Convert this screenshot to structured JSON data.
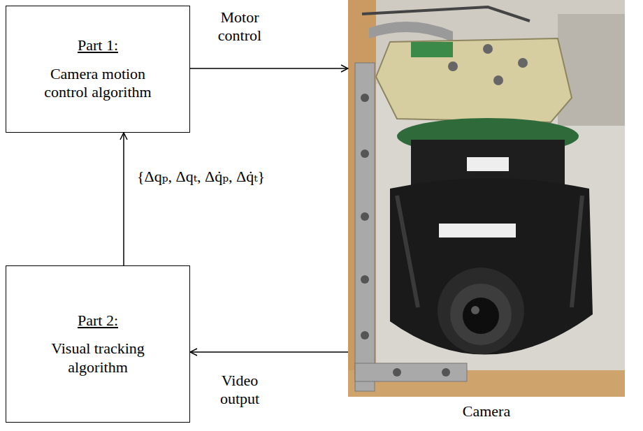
{
  "diagram": {
    "nodes": [
      {
        "text": [
          "Part 1:",
          "Camera motion control algorithm"
        ]
      },
      {
        "text": [
          "Camera"
        ]
      },
      {
        "text": [
          "Part 2:",
          "Visual tracking algorithm"
        ]
      }
    ],
    "edges": [
      {
        "from": 0,
        "to": 1,
        "arrow": "to",
        "label": "Motor control"
      },
      {
        "from": 1,
        "to": 2,
        "arrow": "to",
        "label": "Video output"
      },
      {
        "from": 2,
        "to": 0,
        "arrow": "to",
        "label": "{Δqₚ, Δqₜ, Δq̇ₚ, Δq̇ₜ}"
      }
    ]
  }
}
